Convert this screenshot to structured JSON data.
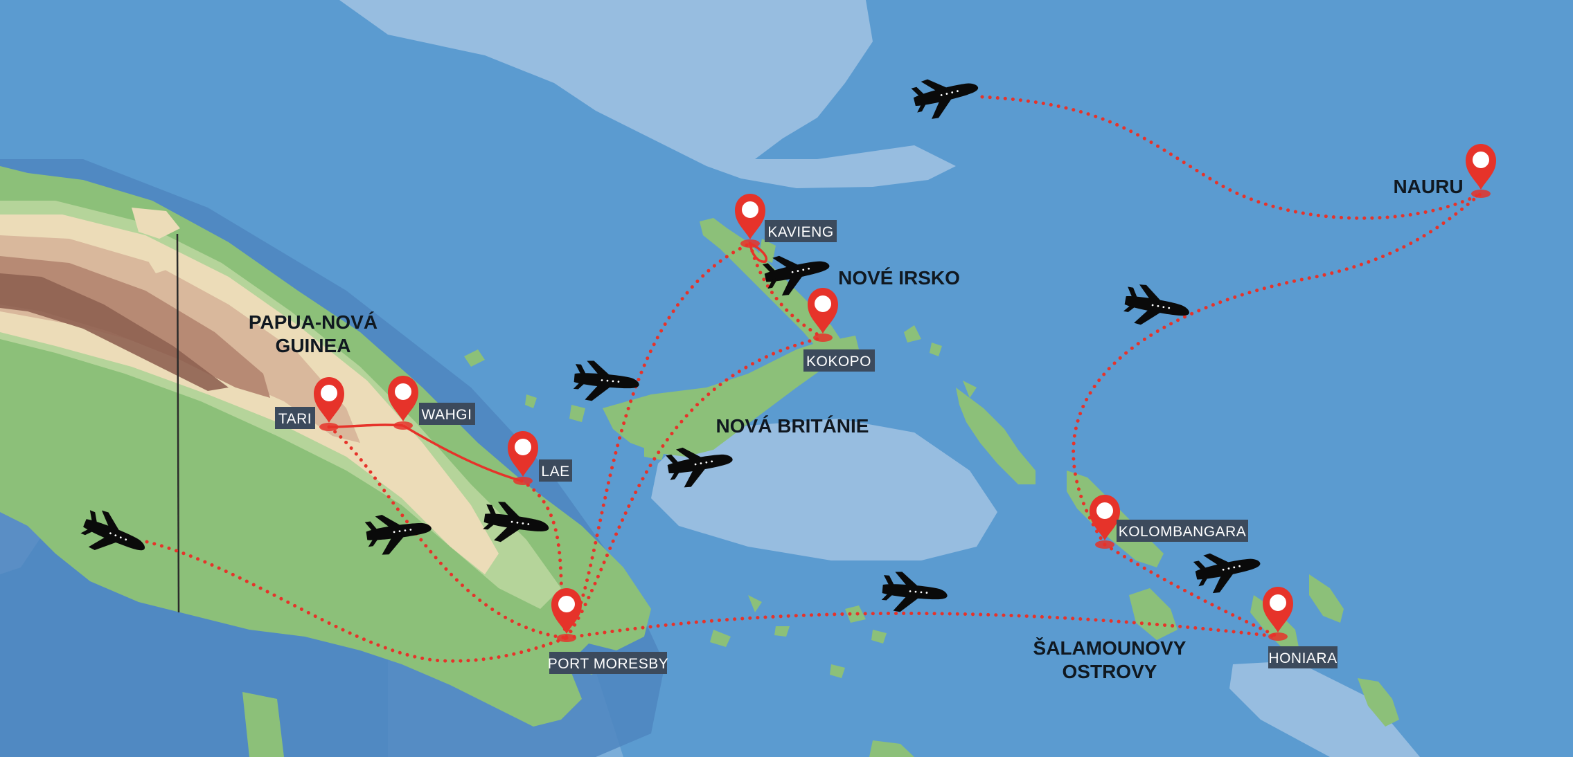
{
  "map": {
    "colors": {
      "ocean": "#5b9bd0",
      "ocean_deep": "#4f8cc4",
      "shallow": "#97bde0",
      "land": "#8cc079",
      "highland_1": "#b5d49a",
      "highland_2": "#ecdcb8",
      "highland_3": "#d9b89c",
      "highland_4": "#b78a74",
      "peak": "#8f6252",
      "route": "#e6332a",
      "label_bg": "#3c4a5c",
      "plane": "#0a0a0a"
    },
    "regions": {
      "png_line1": "PAPUA-NOVÁ",
      "png_line2": "GUINEA",
      "new_ireland": "NOVÉ IRSKO",
      "new_britain": "NOVÁ BRITÁNIE",
      "nauru": "NAURU",
      "solomon_line1": "ŠALAMOUNOVY",
      "solomon_line2": "OSTROVY"
    },
    "cities": {
      "tari": "TARI",
      "wahgi": "WAHGI",
      "lae": "LAE",
      "port_moresby": "PORT MORESBY",
      "kavieng": "KAVIENG",
      "kokopo": "KOKOPO",
      "kolombangara": "KOLOMBANGARA",
      "honiara": "HONIARA"
    },
    "icons": {
      "marker": "map-pin-icon",
      "plane": "airplane-icon"
    }
  }
}
